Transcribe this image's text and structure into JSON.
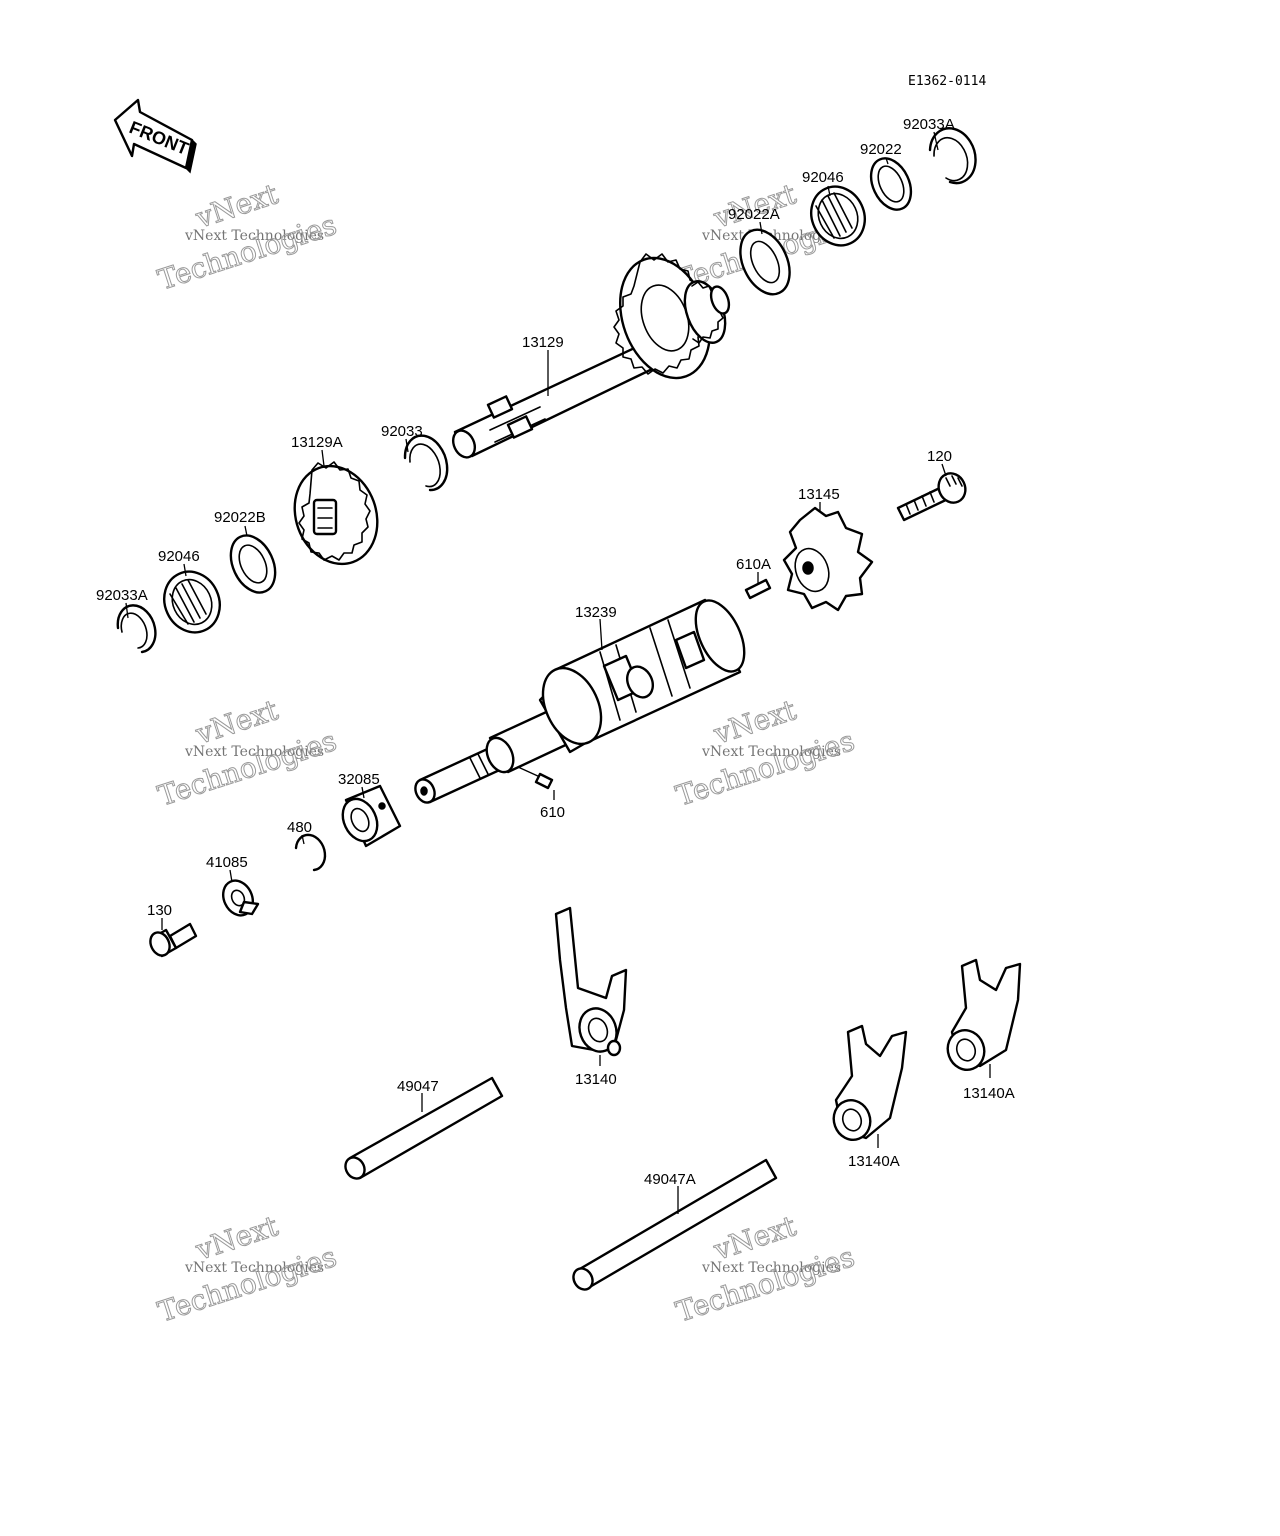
{
  "diagram_code": "E1362-0114",
  "front_label": "FRONT",
  "watermark": {
    "line1": "vNext Technologies",
    "line2a": "vNext",
    "line2b": "Technologies"
  },
  "labels": {
    "p92033A_top": "92033A",
    "p92022_top": "92022",
    "p92046_top": "92046",
    "p92022A": "92022A",
    "p13129": "13129",
    "p92033": "92033",
    "p13129A": "13129A",
    "p92022B": "92022B",
    "p92046_left": "92046",
    "p92033A_left": "92033A",
    "p120": "120",
    "p13145": "13145",
    "p610A": "610A",
    "p13239": "13239",
    "p32085": "32085",
    "p610": "610",
    "p480": "480",
    "p41085": "41085",
    "p130": "130",
    "p13140": "13140",
    "p13140A_right": "13140A",
    "p13140A_mid": "13140A",
    "p49047": "49047",
    "p49047A": "49047A"
  }
}
